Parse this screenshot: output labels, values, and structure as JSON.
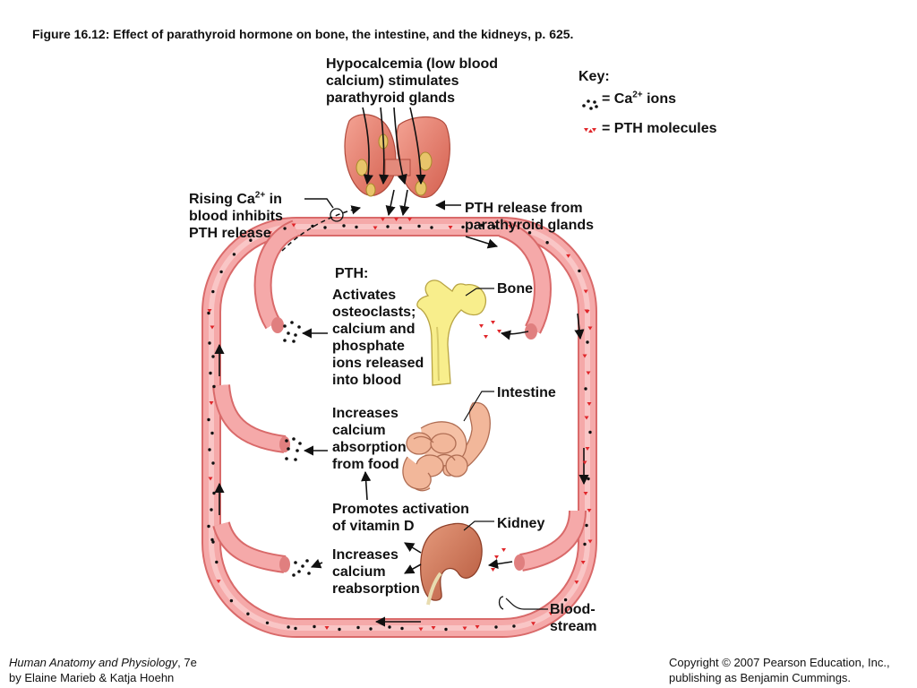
{
  "figure_title": "Figure 16.12:  Effect of parathyroid hormone on bone, the intestine, and the kidneys, p. 625.",
  "hypocalcemia": [
    "Hypocalcemia (low blood",
    "calcium) stimulates",
    "parathyroid glands"
  ],
  "key": {
    "heading": "Key:",
    "ca_prefix": "= Ca",
    "ca_sup": "2+",
    "ca_suffix": " ions",
    "pth": "= PTH molecules"
  },
  "rising": {
    "line1_prefix": "Rising Ca",
    "line1_sup": "2+",
    "line1_suffix": " in",
    "line2": "blood inhibits",
    "line3": "PTH release"
  },
  "pth_release": [
    "PTH release from",
    "parathyroid glands"
  ],
  "pth_heading": "PTH:",
  "activates": [
    "Activates",
    "osteoclasts;",
    "calcium and",
    "phosphate",
    "ions released",
    "into blood"
  ],
  "absorption": [
    "Increases",
    "calcium",
    "absorption",
    "from food"
  ],
  "vitamin_d": [
    "Promotes activation",
    "of vitamin D"
  ],
  "reabsorption": [
    "Increases",
    "calcium",
    "reabsorption"
  ],
  "labels": {
    "bone": "Bone",
    "intestine": "Intestine",
    "kidney": "Kidney",
    "bloodstream": [
      "Blood-",
      "stream"
    ]
  },
  "footer": {
    "book_title": "Human Anatomy and Physiology",
    "edition": ", 7e",
    "authors": "by Elaine Marieb & Katja Hoehn",
    "copyright": "Copyright © 2007 Pearson Education, Inc.,",
    "publisher": "publishing as Benjamin Cummings."
  },
  "colors": {
    "vessel": "#f5a3a3",
    "vessel_edge": "#d96a6a",
    "pth": "#e0262a",
    "gland": "#e07a6c",
    "bone": "#f8ee8c",
    "intestine": "#f2b79a",
    "kidney": "#c8684c"
  }
}
